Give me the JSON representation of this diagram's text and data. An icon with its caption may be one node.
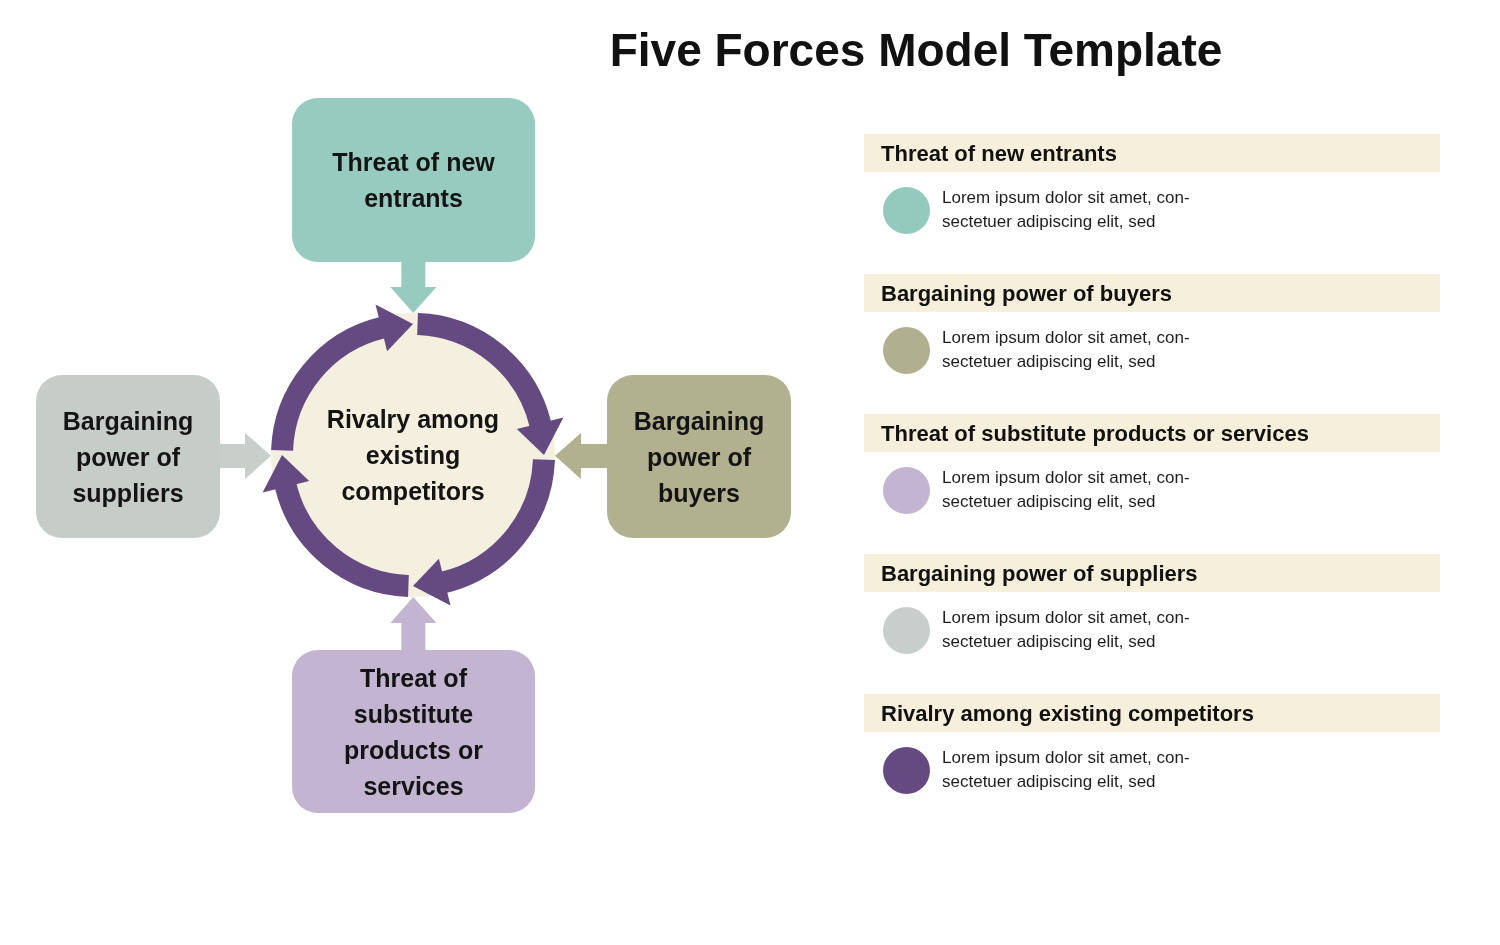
{
  "diagram": {
    "title": "Five Forces Model Template",
    "nodes": [
      {
        "text": [
          "Threat of new entrants"
        ]
      },
      {
        "text": [
          "Bargaining power of suppliers"
        ]
      },
      {
        "text": [
          "Rivalry among existing competitors"
        ]
      },
      {
        "text": [
          "Bargaining power of buyers"
        ]
      },
      {
        "text": [
          "Threat of substitute products or services"
        ]
      }
    ],
    "edges": [
      {
        "from": 0,
        "to": 2,
        "arrow": "to",
        "color": "#97cbbf"
      },
      {
        "from": 1,
        "to": 2,
        "arrow": "to",
        "color": "#c8cfcb"
      },
      {
        "from": 3,
        "to": 2,
        "arrow": "to",
        "color": "#b1b08f"
      },
      {
        "from": 4,
        "to": 2,
        "arrow": "to",
        "color": "#c3b4d1"
      }
    ],
    "labels": [
      "Threat of new entrants",
      "Bargaining power of buyers",
      "Threat of substitute products or services",
      "Bargaining power of suppliers",
      "Rivalry among existing competitors"
    ],
    "legend": [
      {
        "text": "Lorem ipsum dolor sit amet, con- sectetuer adipiscing elit, sed",
        "color": "#94cabd"
      },
      {
        "text": "Lorem ipsum dolor sit amet, con- sectetuer adipiscing elit, sed",
        "color": "#b0af8f"
      },
      {
        "text": "Lorem ipsum dolor sit amet, con- sectetuer adipiscing elit, sed",
        "color": "#c3b4d1"
      },
      {
        "text": "Lorem ipsum dolor sit amet, con- sectetuer adipiscing elit, sed",
        "color": "#c7cecb"
      },
      {
        "text": "Lorem ipsum dolor sit amet, con- sectetuer adipiscing elit, sed",
        "color": "#654a82"
      }
    ]
  }
}
